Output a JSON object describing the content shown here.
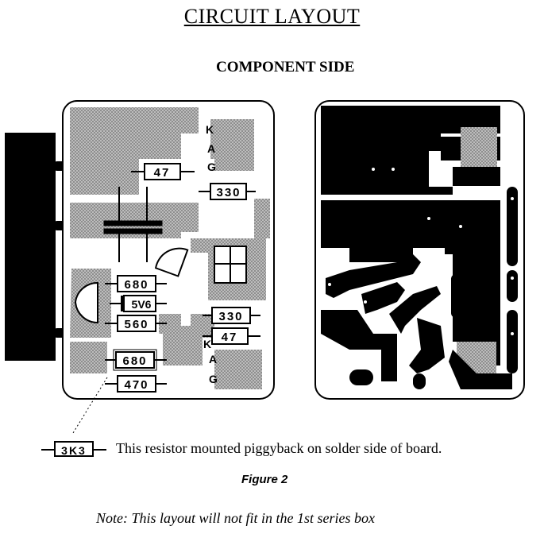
{
  "title": "CIRCUIT LAYOUT",
  "subtitle": "COMPONENT SIDE",
  "components": {
    "r1": "47",
    "r2": "330",
    "r3": "680",
    "zener": "5V6",
    "r4": "560",
    "r5": "330",
    "r6": "47",
    "r7": "680",
    "r8": "470"
  },
  "pins_top": {
    "k": "K",
    "a": "A",
    "g": "G"
  },
  "pins_bottom": {
    "k": "K",
    "a": "A",
    "g": "G"
  },
  "legend": {
    "resistor": "3K3",
    "text": "This resistor mounted piggyback on solder side of board."
  },
  "figure": "Figure 2",
  "note": "Note: This layout will not fit in the 1st series box"
}
